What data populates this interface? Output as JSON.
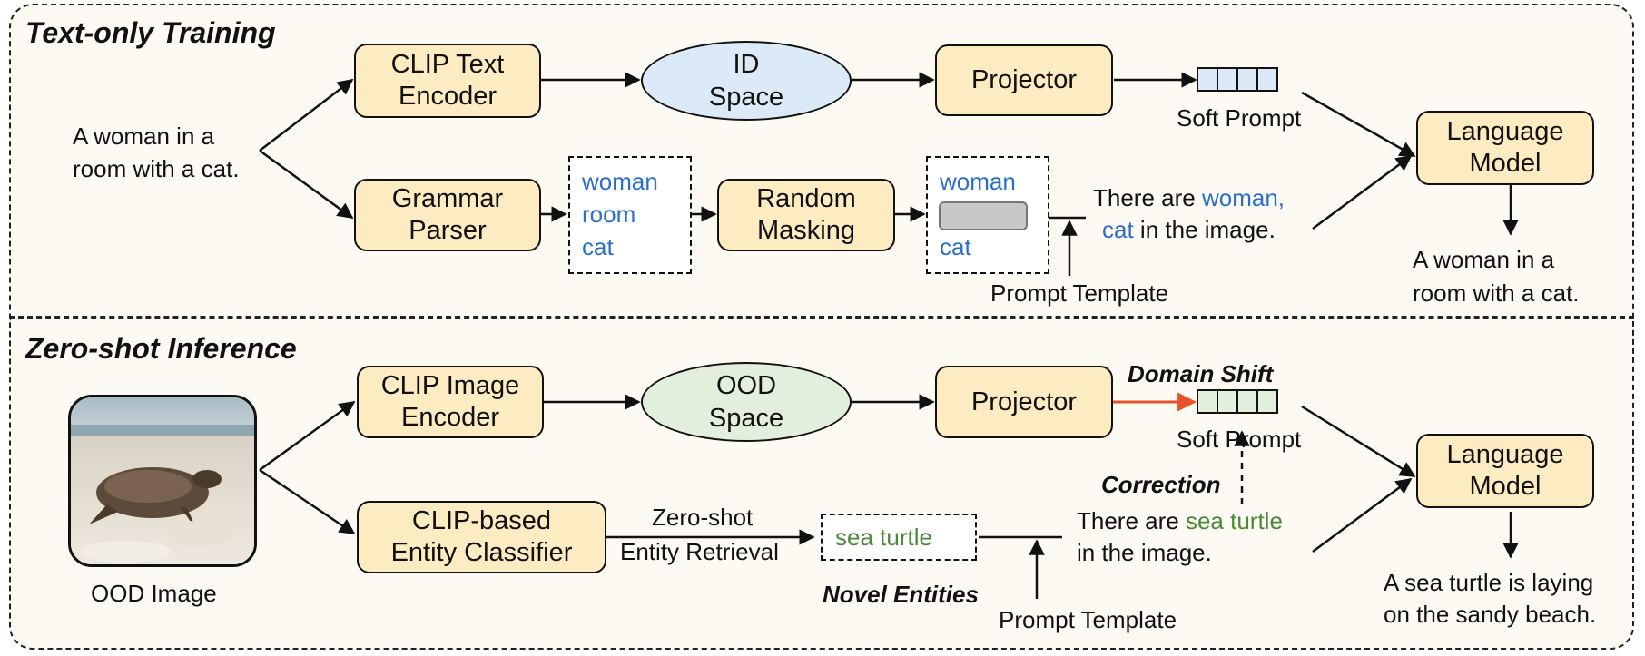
{
  "top": {
    "title": "Text-only Training",
    "input_text_l1": "A woman in a",
    "input_text_l2": "room with a cat.",
    "clip_text_encoder": "CLIP Text\nEncoder",
    "id_space": "ID\nSpace",
    "projector": "Projector",
    "soft_prompt": "Soft Prompt",
    "language_model": "Language\nModel",
    "grammar_parser": "Grammar\nParser",
    "entities": [
      "woman",
      "room",
      "cat"
    ],
    "random_masking": "Random\nMasking",
    "masked_entities": [
      "woman",
      "cat"
    ],
    "sentence_l1_prefix": "There are",
    "sentence_l1_entities": "woman,",
    "sentence_l2_entity": "cat",
    "sentence_l2_suffix": "in the image.",
    "prompt_template": "Prompt Template",
    "output_l1": "A woman in a",
    "output_l2": "room with a cat."
  },
  "bottom": {
    "title": "Zero-shot Inference",
    "image_label": "OOD Image",
    "clip_image_encoder": "CLIP Image\nEncoder",
    "ood_space": "OOD\nSpace",
    "projector": "Projector",
    "domain_shift": "Domain Shift",
    "soft_prompt": "Soft Prompt",
    "correction": "Correction",
    "language_model": "Language\nModel",
    "entity_classifier": "CLIP-based\nEntity Classifier",
    "retrieval_l1": "Zero-shot",
    "retrieval_l2": "Entity Retrieval",
    "novel_entity": "sea turtle",
    "novel_entities_label": "Novel Entities",
    "sentence_l1_prefix": "There are",
    "sentence_l1_entity": "sea turtle",
    "sentence_l2": "in the image.",
    "prompt_template": "Prompt Template",
    "output_l1": "A sea turtle is laying",
    "output_l2": "on the sandy beach."
  },
  "colors": {
    "box_fill": "#fdebc2",
    "id_space_fill": "#dce9f7",
    "ood_space_fill": "#e2efdc",
    "entity_blue": "#2c6fc8",
    "entity_green": "#4a8a3a",
    "domain_shift_arrow": "#e8542a"
  }
}
